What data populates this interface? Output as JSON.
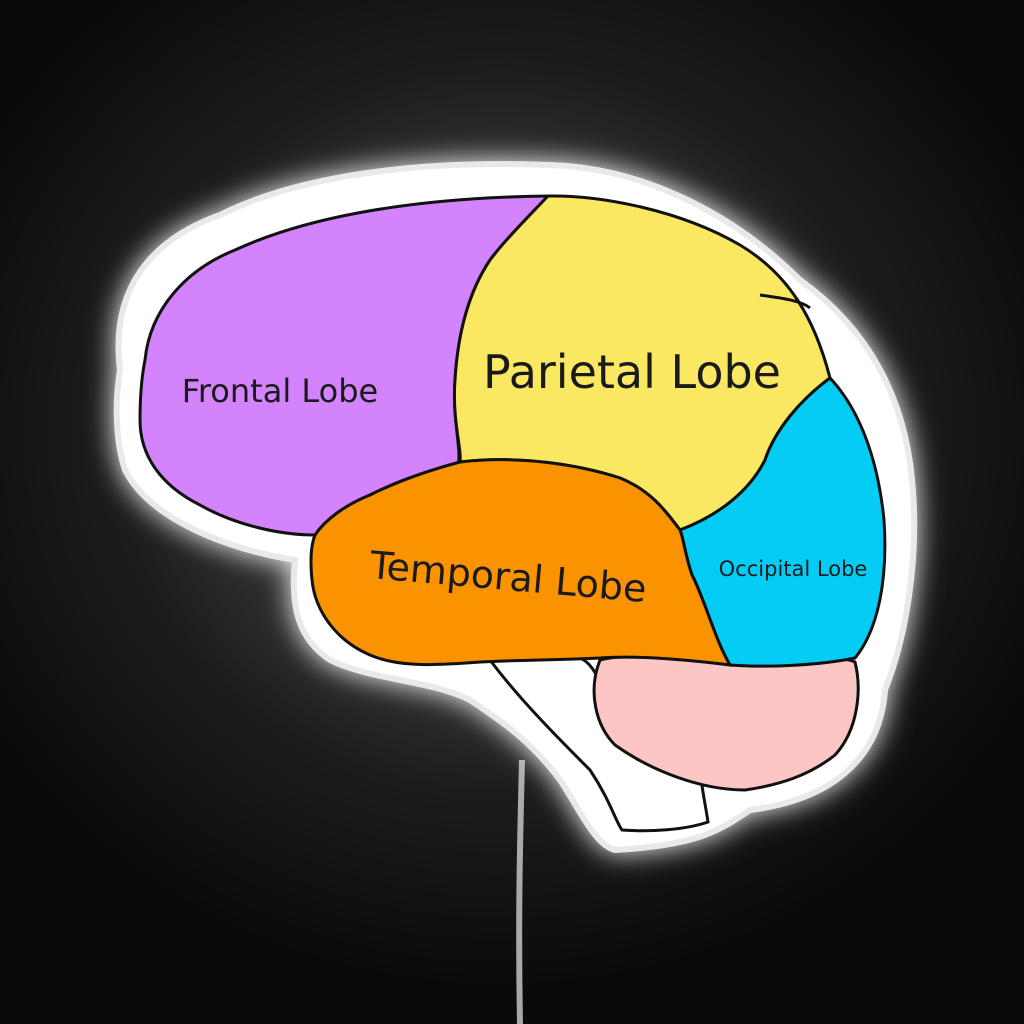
{
  "diagram": {
    "lobes": [
      {
        "id": "frontal",
        "label": "Frontal Lobe",
        "color": "#d383fc"
      },
      {
        "id": "parietal",
        "label": "Parietal Lobe",
        "color": "#fbe862"
      },
      {
        "id": "temporal",
        "label": "Temporal Lobe",
        "color": "#fb9300"
      },
      {
        "id": "occipital",
        "label": "Occipital Lobe",
        "color": "#04cdf5"
      }
    ],
    "cerebellum_color": "#fcc6c4",
    "brainstem_color": "#ffffff",
    "outline_color": "#111111",
    "sticker_border_color": "#ffffff"
  }
}
